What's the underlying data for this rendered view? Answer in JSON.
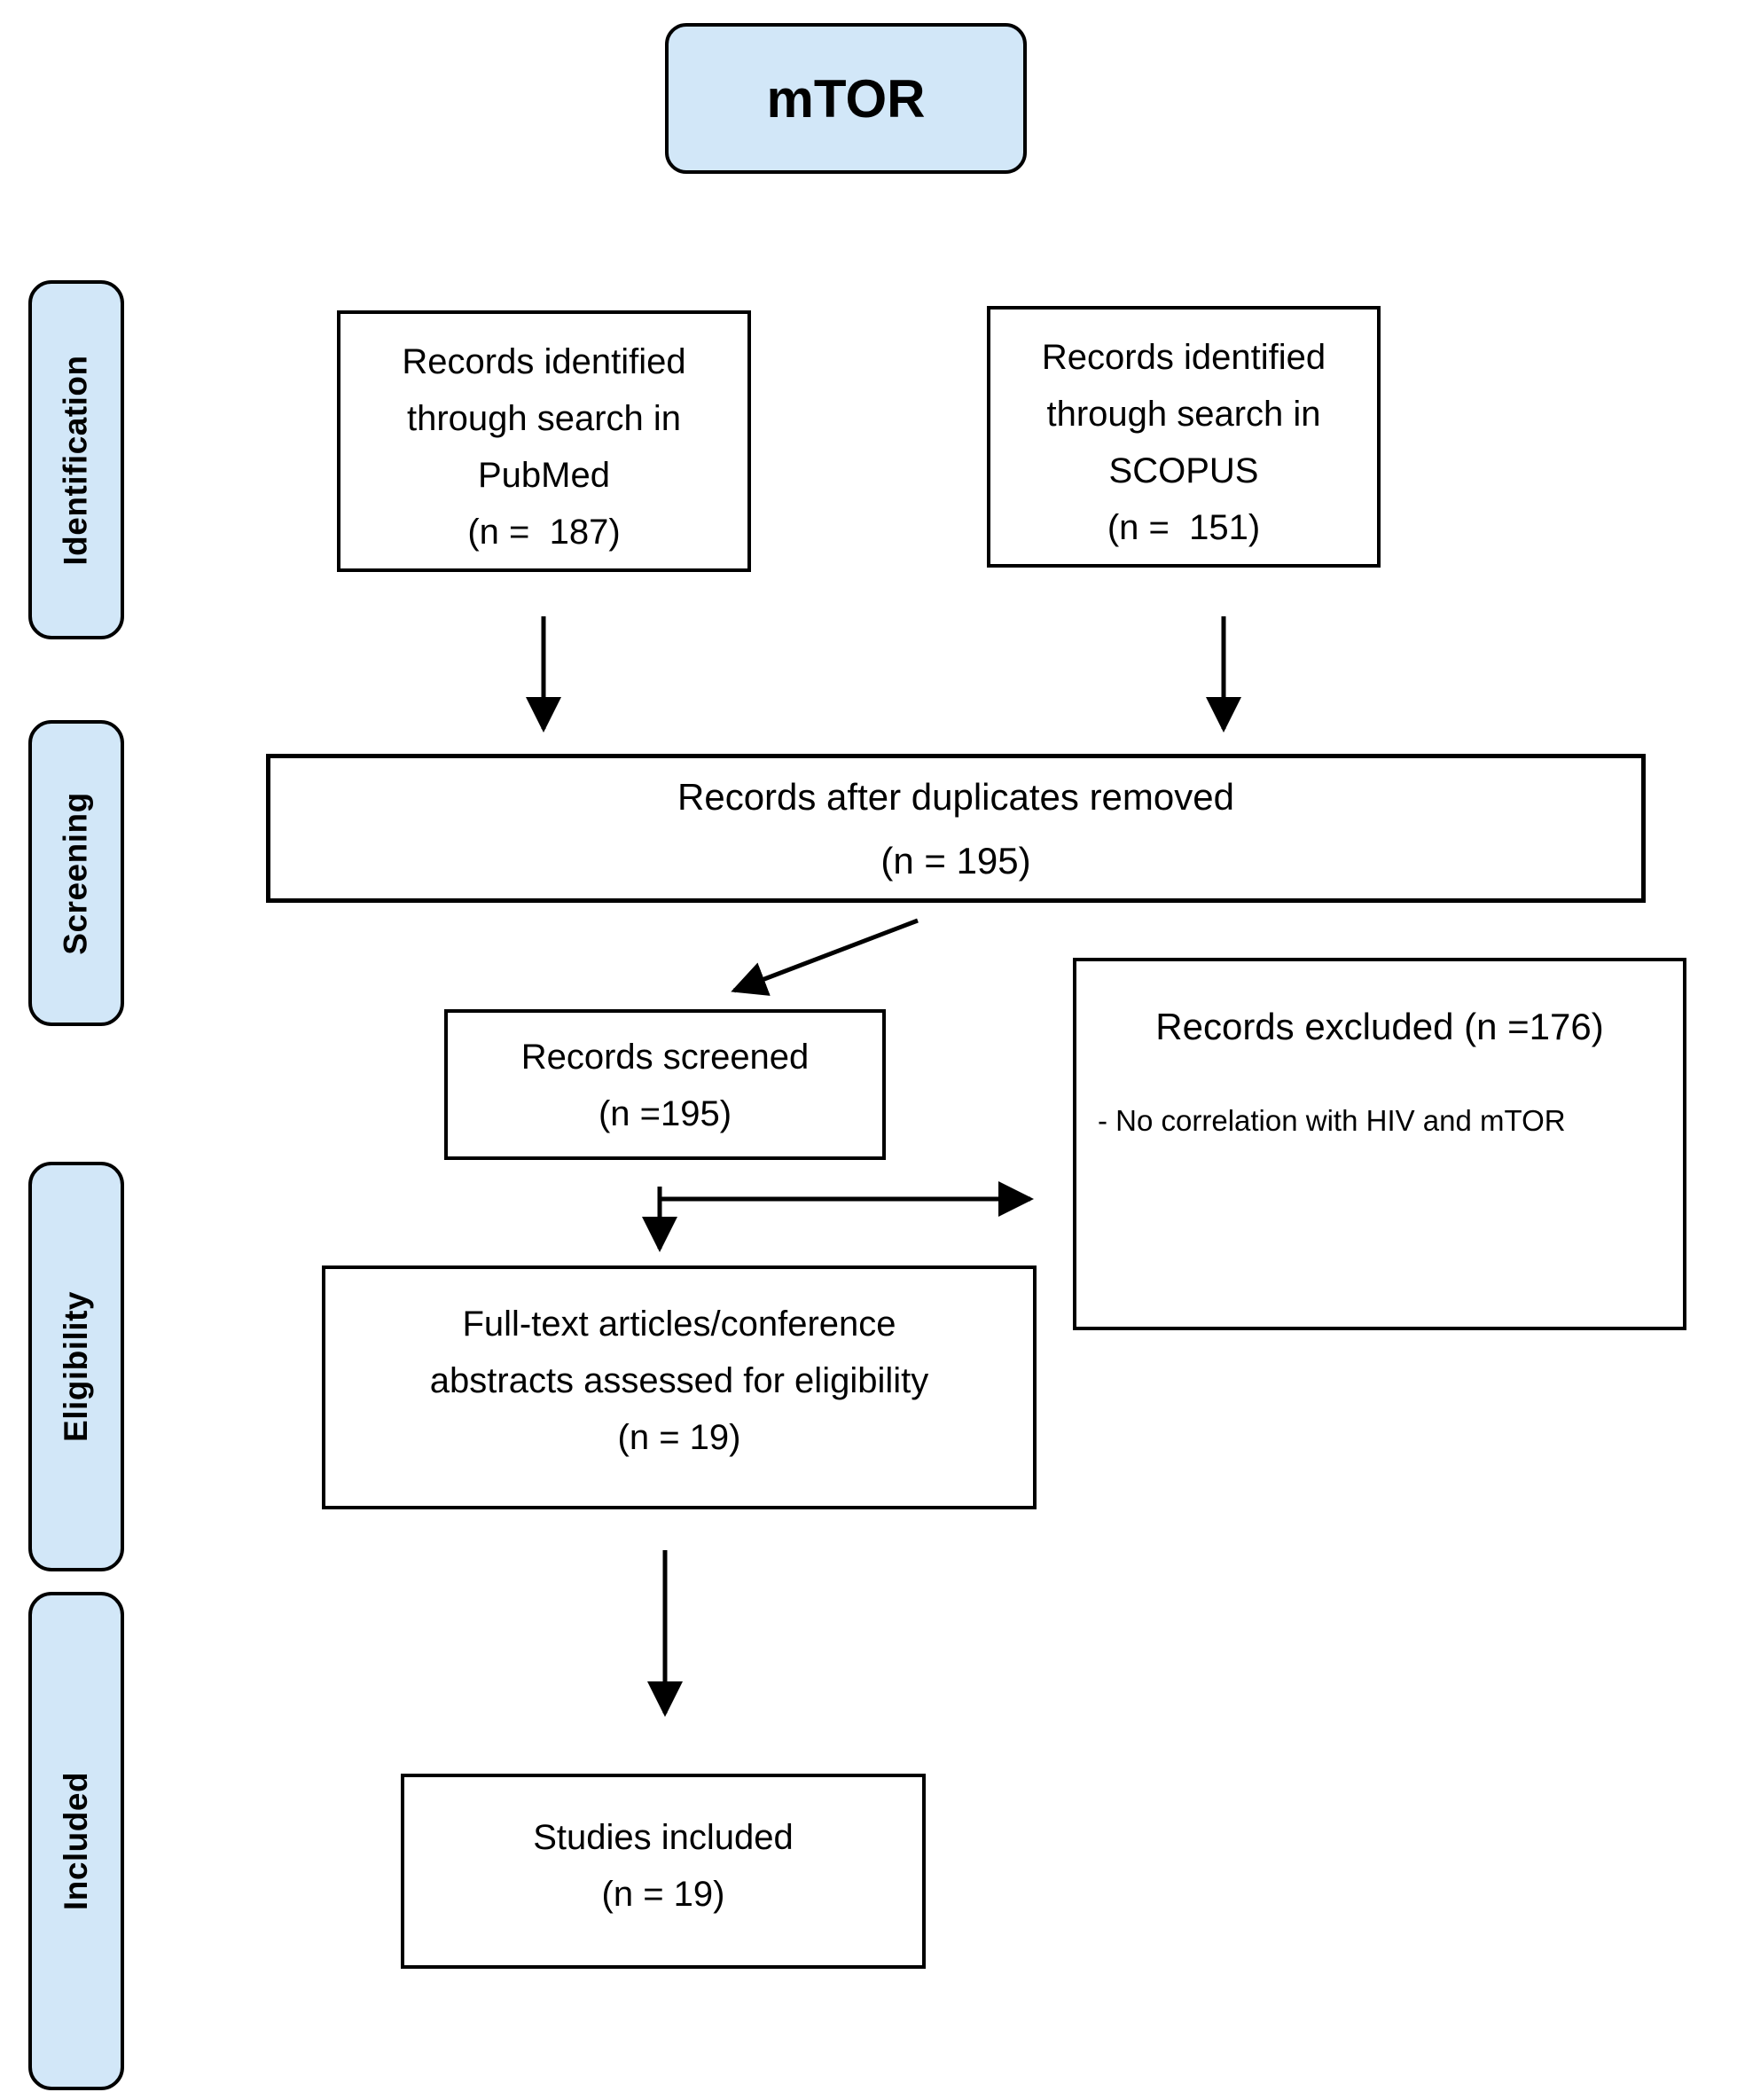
{
  "title": {
    "label": "mTOR"
  },
  "sidebar": {
    "stages": [
      {
        "label": "Identification"
      },
      {
        "label": "Screening"
      },
      {
        "label": "Eligibility"
      },
      {
        "label": "Included"
      }
    ]
  },
  "flow": {
    "pubmed": {
      "lines": [
        "Records identified",
        "through search in",
        "PubMed",
        "(n =  187)"
      ]
    },
    "scopus": {
      "lines": [
        "Records identified",
        "through search in",
        "SCOPUS",
        "(n =  151)"
      ]
    },
    "duplicates": {
      "lines": [
        "Records after duplicates removed",
        "(n = 195)"
      ]
    },
    "screened": {
      "lines": [
        "Records screened",
        "(n =195)"
      ]
    },
    "excluded": {
      "heading": "Records excluded (n =176)",
      "reason": "- No correlation with HIV and mTOR"
    },
    "fulltext": {
      "lines": [
        "Full-text articles/conference",
        "abstracts assessed for eligibility",
        "(n = 19)"
      ]
    },
    "studies": {
      "lines": [
        "Studies included",
        "(n = 19)"
      ]
    }
  },
  "colors": {
    "stage_fill": "#d2e7f8",
    "box_border": "#000000",
    "text": "#000000"
  }
}
